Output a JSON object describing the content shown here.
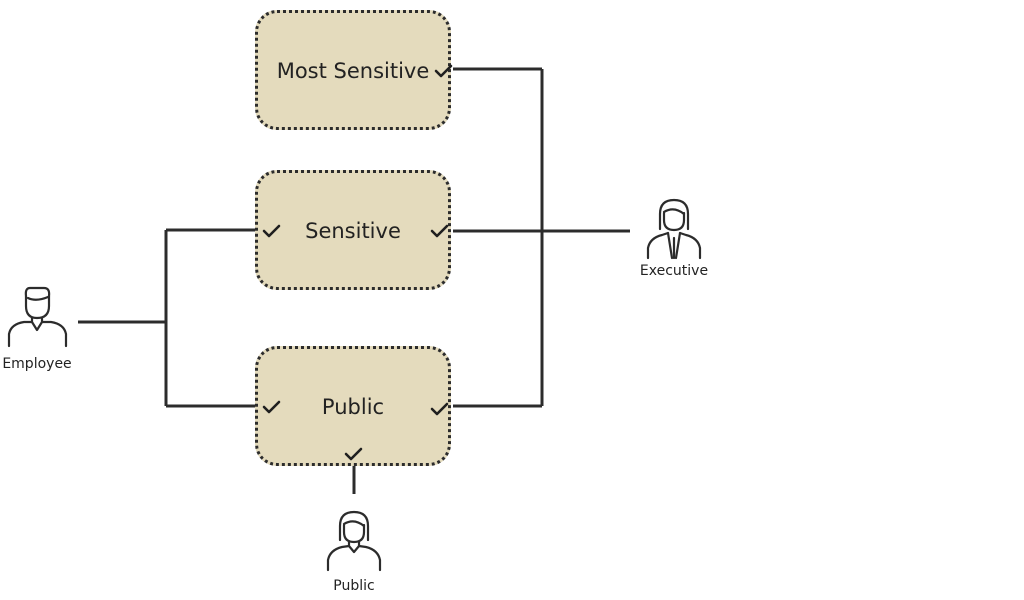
{
  "tiers": {
    "most_sensitive": "Most Sensitive",
    "sensitive": "Sensitive",
    "public": "Public"
  },
  "users": {
    "employee": "Employee",
    "executive": "Executive",
    "public": "Public"
  },
  "colors": {
    "box_fill": "#e4dbbd",
    "stroke": "#2c2c2c",
    "background": "#ffffff"
  },
  "icons": {
    "access_mark": "checkmark-icon",
    "employee": "male-user-icon",
    "executive": "female-user-icon",
    "public": "female-user-icon"
  }
}
